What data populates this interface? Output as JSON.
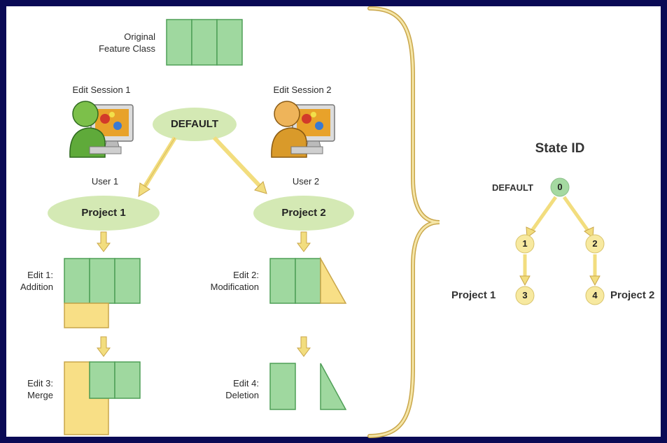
{
  "original": {
    "line1": "Original",
    "line2": "Feature Class"
  },
  "sessions": [
    {
      "title": "Edit Session 1",
      "user": "User 1",
      "project": "Project 1"
    },
    {
      "title": "Edit Session 2",
      "user": "User 2",
      "project": "Project 2"
    }
  ],
  "default_label": "DEFAULT",
  "edits": {
    "edit1": {
      "line1": "Edit 1:",
      "line2": "Addition"
    },
    "edit2": {
      "line1": "Edit 2:",
      "line2": "Modification"
    },
    "edit3": {
      "line1": "Edit 3:",
      "line2": "Merge"
    },
    "edit4": {
      "line1": "Edit 4:",
      "line2": "Deletion"
    }
  },
  "state_tree": {
    "title": "State ID",
    "root_label": "DEFAULT",
    "nodes": [
      "0",
      "1",
      "2",
      "3",
      "4"
    ],
    "leaf_left_label": "Project 1",
    "leaf_right_label": "Project 2"
  },
  "colors": {
    "frame": "#0a0a55",
    "green_fill": "#9fd89f",
    "green_stroke": "#4f9f57",
    "yellow_fill": "#f8df86",
    "yellow_stroke": "#c9a64a",
    "oval": "#d4e9b4",
    "node_green": "#a5d9a1",
    "node_yellow": "#f7e9a0",
    "arrow": "#f2dd7e"
  },
  "icons": [
    "user-1-computer-icon",
    "user-2-computer-icon"
  ]
}
